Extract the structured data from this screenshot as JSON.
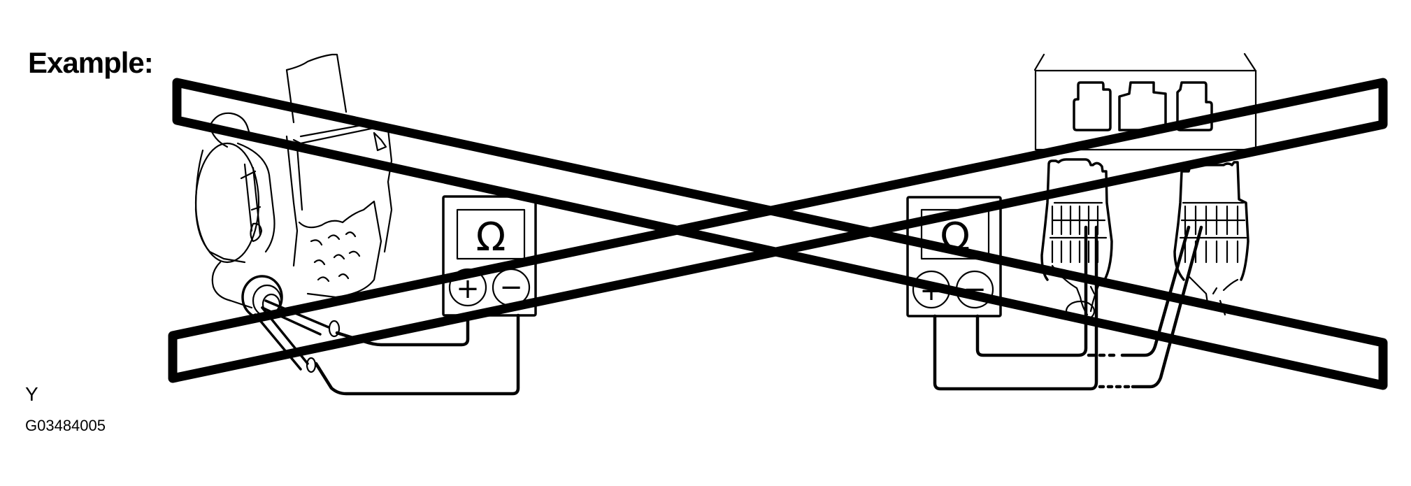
{
  "figure": {
    "heading": "Example:",
    "marker": "Y",
    "figure_code": "G03484005",
    "crossed_out": true
  },
  "left_meter": {
    "symbol": "Ω",
    "plus": "+",
    "minus": "−"
  },
  "right_meter": {
    "symbol": "Ω",
    "plus": "+",
    "minus": "−"
  },
  "icons": {
    "ohmmeter": "ohmmeter-icon",
    "component": "throttle-body-icon",
    "connector": "connector-icon",
    "prohibited": "cross-out-icon"
  },
  "colors": {
    "ink": "#000000",
    "background": "#ffffff"
  }
}
